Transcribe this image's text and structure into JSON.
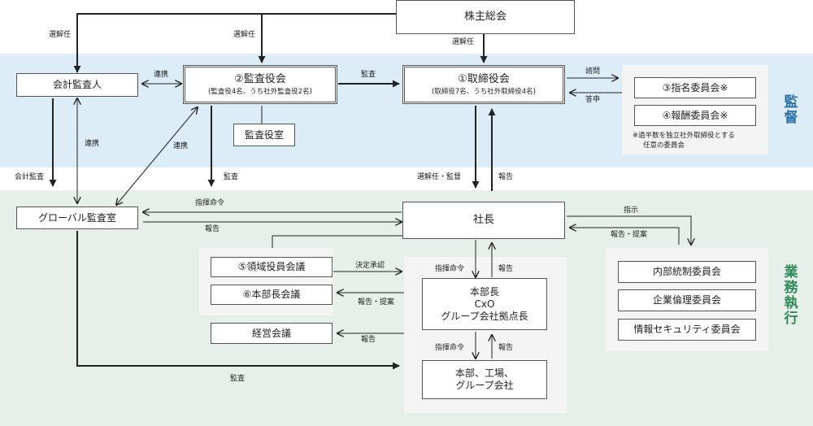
{
  "sections": {
    "supervision": "監督",
    "execution": "業務執行"
  },
  "boxes": {
    "shareholders": "株主総会",
    "accounting_auditor": "会計監査人",
    "audit_board_title": "②監査役会",
    "audit_board_sub": "(監査役4名、うち社外監査役2名)",
    "audit_office": "監査役室",
    "board_title": "①取締役会",
    "board_sub": "(取締役7名、うち社外取締役4名)",
    "nomination": "③指名委員会※",
    "compensation": "④報酬委員会※",
    "committee_note_1": "※過半数を独立社外取締役とする",
    "committee_note_2": "任意の委員会",
    "global_audit": "グローバル監査室",
    "president": "社長",
    "domain_officers": "⑤領域役員会議",
    "division_heads_meeting": "⑥本部長会議",
    "management_meeting": "経営会議",
    "division_head_line1": "本部長",
    "division_head_line2": "CxO",
    "division_head_line3": "グループ会社拠点長",
    "divisions_line1": "本部、工場、",
    "divisions_line2": "グループ会社",
    "internal_control": "内部統制委員会",
    "ethics": "企業倫理委員会",
    "infosec": "情報セキュリティ委員会"
  },
  "labels": {
    "elect_dismiss_auditor": "選解任",
    "elect_dismiss_audit_board": "選解任",
    "elect_dismiss_board": "選解任",
    "coop_top": "連携",
    "audit_top": "監査",
    "consult": "諮問",
    "report_back": "答申",
    "coop_left": "連携",
    "coop_diag": "連携",
    "accounting_audit": "会計監査",
    "audit_mid": "監査",
    "elect_dismiss_supervise": "選解任・監督",
    "report_up": "報告",
    "instruction_order": "指揮命令",
    "report_global": "報告",
    "instruct": "指示",
    "report_propose_right": "報告・提案",
    "decision_approval": "決定承認",
    "report_propose_left": "報告・提案",
    "order_1": "指揮命令",
    "report_1": "報告",
    "report_mgmt": "報告",
    "order_2": "指揮命令",
    "report_2": "報告",
    "audit_bottom": "監査"
  }
}
